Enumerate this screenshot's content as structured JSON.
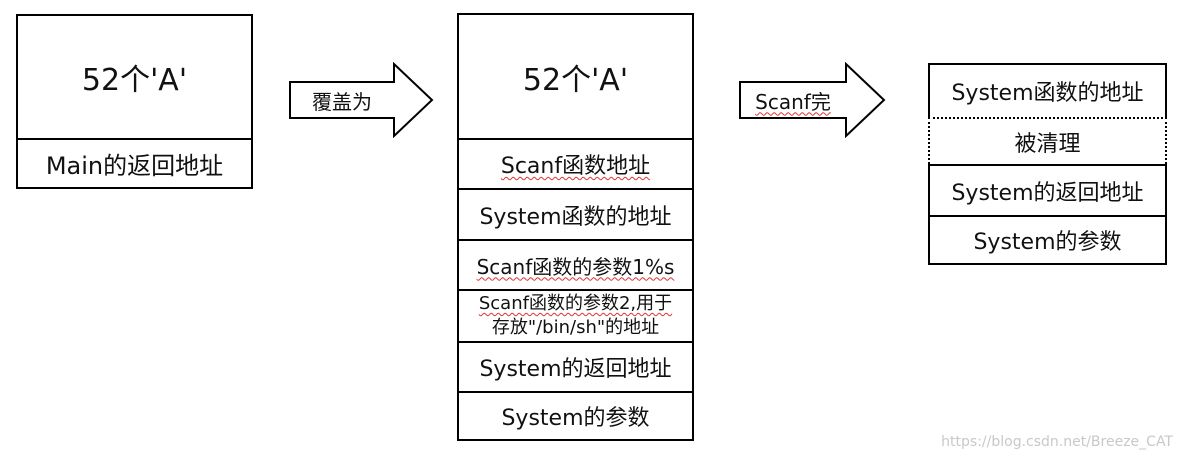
{
  "left_stack": {
    "top_label": "52个'A'",
    "bottom_label": "Main的返回地址"
  },
  "arrow1_label": "覆盖为",
  "middle_stack": {
    "top_label": "52个'A'",
    "rows": [
      "Scanf函数地址",
      "System函数的地址",
      "Scanf函数的参数1%s",
      "Scanf函数的参数2,用于",
      "存放\"/bin/sh\"的地址",
      "System的返回地址",
      "System的参数"
    ]
  },
  "arrow2_label": "Scanf完",
  "right_stack": {
    "rows": [
      "System函数的地址",
      "被清理",
      "System的返回地址",
      "System的参数"
    ]
  },
  "watermark": "https://blog.csdn.net/Breeze_CAT"
}
